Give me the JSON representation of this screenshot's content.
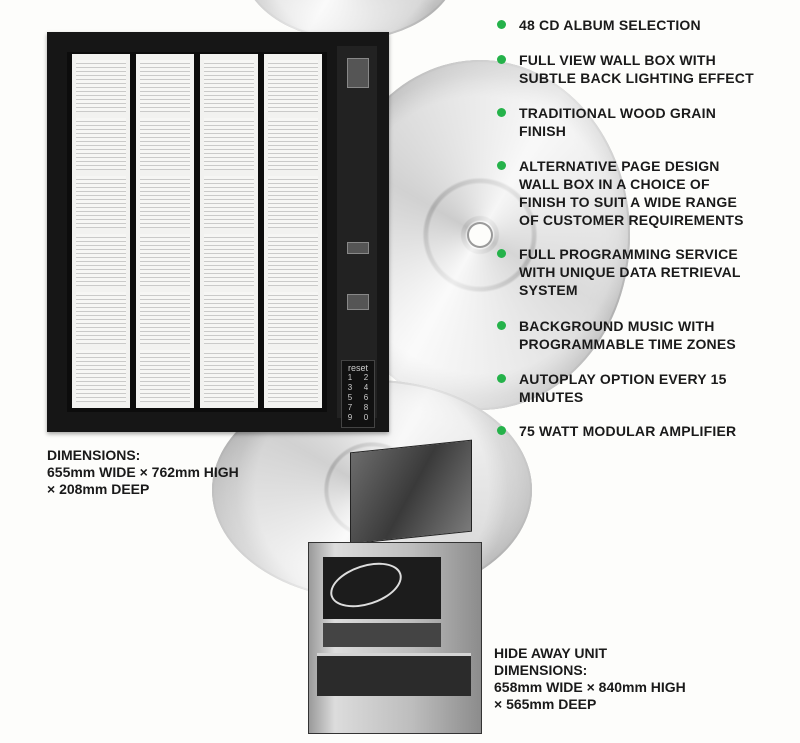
{
  "features": [
    {
      "lines": [
        "48 CD ALBUM SELECTION"
      ]
    },
    {
      "lines": [
        "FULL VIEW WALL BOX WITH",
        "SUBTLE BACK LIGHTING EFFECT"
      ]
    },
    {
      "lines": [
        "TRADITIONAL WOOD GRAIN",
        "FINISH"
      ]
    },
    {
      "lines": [
        "ALTERNATIVE PAGE DESIGN",
        "WALL BOX IN A CHOICE OF",
        "FINISH TO SUIT A WIDE RANGE",
        "OF CUSTOMER REQUIREMENTS"
      ]
    },
    {
      "lines": [
        "FULL PROGRAMMING SERVICE",
        "WITH UNIQUE DATA RETRIEVAL",
        "SYSTEM"
      ]
    },
    {
      "lines": [
        "BACKGROUND MUSIC WITH",
        "PROGRAMMABLE TIME ZONES"
      ]
    },
    {
      "lines": [
        "AUTOPLAY OPTION EVERY 15",
        "MINUTES"
      ]
    },
    {
      "lines": [
        "75 WATT MODULAR AMPLIFIER"
      ]
    }
  ],
  "wallbox_dimensions": {
    "line1": "DIMENSIONS:",
    "line2": "655mm WIDE × 762mm HIGH",
    "line3": "× 208mm DEEP"
  },
  "unit_dimensions": {
    "line1": "HIDE AWAY UNIT",
    "line2": "DIMENSIONS:",
    "line3": "658mm WIDE × 840mm HIGH",
    "line4": "× 565mm DEEP"
  },
  "keypad": {
    "reset_label": "reset",
    "keys": [
      "1",
      "2",
      "3",
      "4",
      "5",
      "6",
      "7",
      "8",
      "9",
      "0"
    ]
  },
  "colors": {
    "bullet": "#25b24a"
  }
}
